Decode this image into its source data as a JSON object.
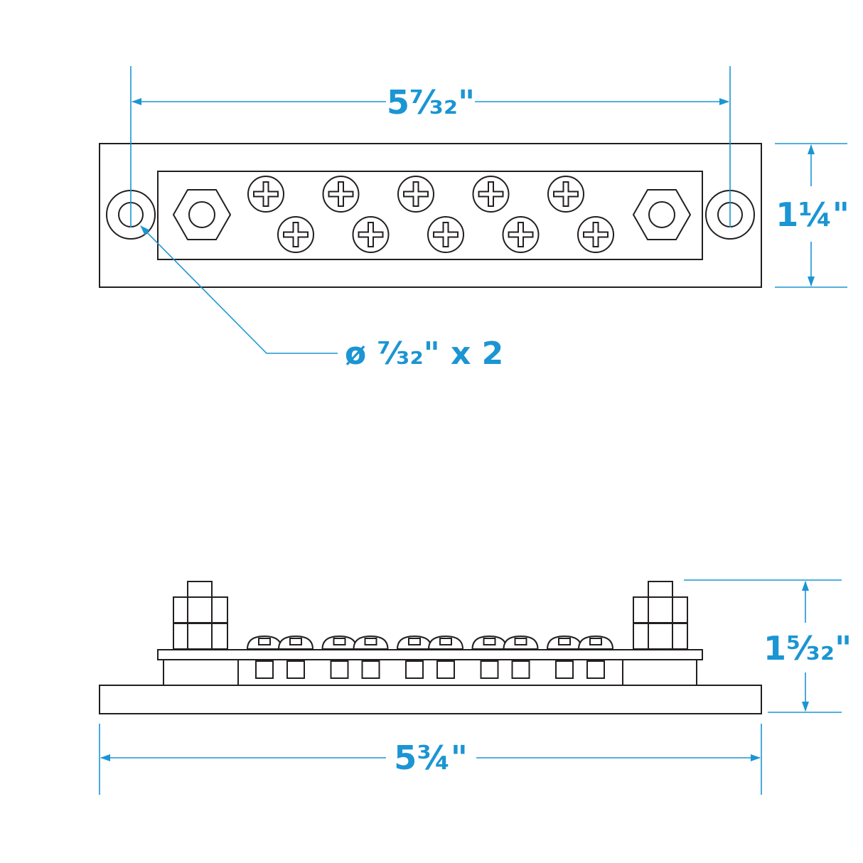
{
  "dimensions": {
    "top_width": "5⁷⁄₃₂\"",
    "top_height": "1¼\"",
    "hole_callout": "ø ⁷⁄₃₂\" x 2",
    "side_height": "1⁵⁄₃₂\"",
    "side_width": "5¾\""
  },
  "colors": {
    "dimension": "#1b95d3",
    "outline": "#231f20",
    "background": "#ffffff"
  },
  "terminals": {
    "screws_per_row": 5,
    "rows": 2,
    "studs": 2,
    "mount_holes": 2
  },
  "icons": {
    "stud_nut": "hex-nut-icon",
    "terminal_screw": "phillips-screw-icon",
    "mount_hole": "mount-hole-icon"
  }
}
